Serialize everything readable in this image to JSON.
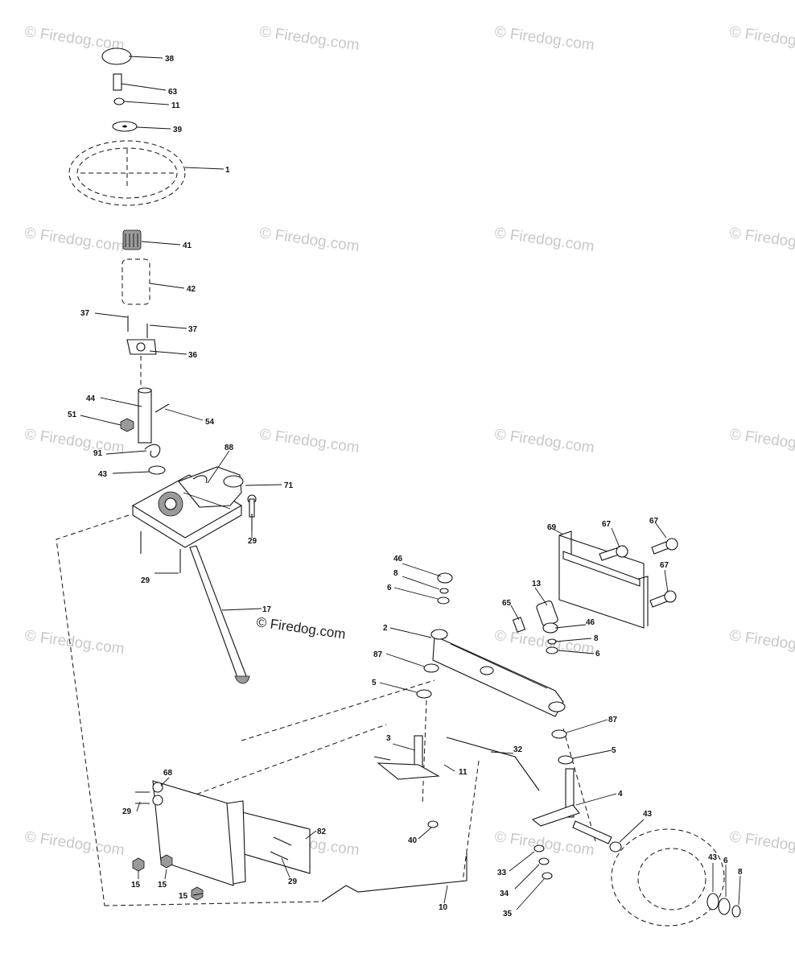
{
  "watermark": {
    "text": "© Firedog.com"
  },
  "center_watermark": {
    "text": "© Firedog.com"
  },
  "labels": {
    "p38": "38",
    "p63": "63",
    "p11a": "11",
    "p39": "39",
    "p1": "1",
    "p41": "41",
    "p42": "42",
    "p37a": "37",
    "p37b": "37",
    "p36": "36",
    "p44": "44",
    "p54": "54",
    "p51": "51",
    "p91": "91",
    "p88": "88",
    "p43a": "43",
    "p71": "71",
    "p29a": "29",
    "p29b": "29",
    "p17": "17",
    "p69": "69",
    "p67a": "67",
    "p67b": "67",
    "p67c": "67",
    "p46a": "46",
    "p8a": "8",
    "p6a": "6",
    "p13": "13",
    "p65": "65",
    "p2": "2",
    "p46b": "46",
    "p8b": "8",
    "p87a": "87",
    "p6b": "6",
    "p5a": "5",
    "p87b": "87",
    "p5b": "5",
    "p3": "3",
    "p32": "32",
    "p11b": "11",
    "p4": "4",
    "p68": "68",
    "p29c": "29",
    "p82": "82",
    "p40": "40",
    "p43b": "43",
    "p15a": "15",
    "p15b": "15",
    "p15c": "15",
    "p29d": "29",
    "p33": "33",
    "p34": "34",
    "p35": "35",
    "p10": "10",
    "p43c": "43",
    "p6c": "6",
    "p8c": "8"
  }
}
